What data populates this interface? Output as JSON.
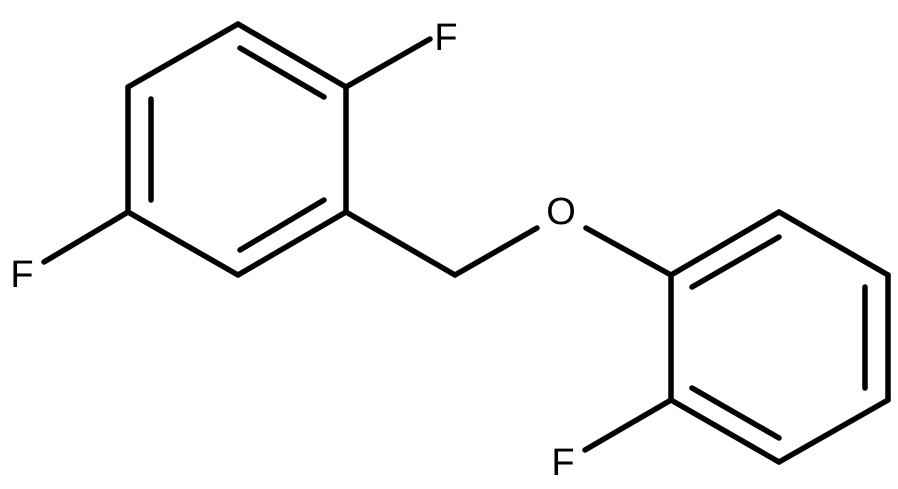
{
  "molecule": {
    "atoms": {
      "f_top": "F",
      "f_left": "F",
      "o_ether": "O",
      "f_bottom": "F"
    }
  }
}
